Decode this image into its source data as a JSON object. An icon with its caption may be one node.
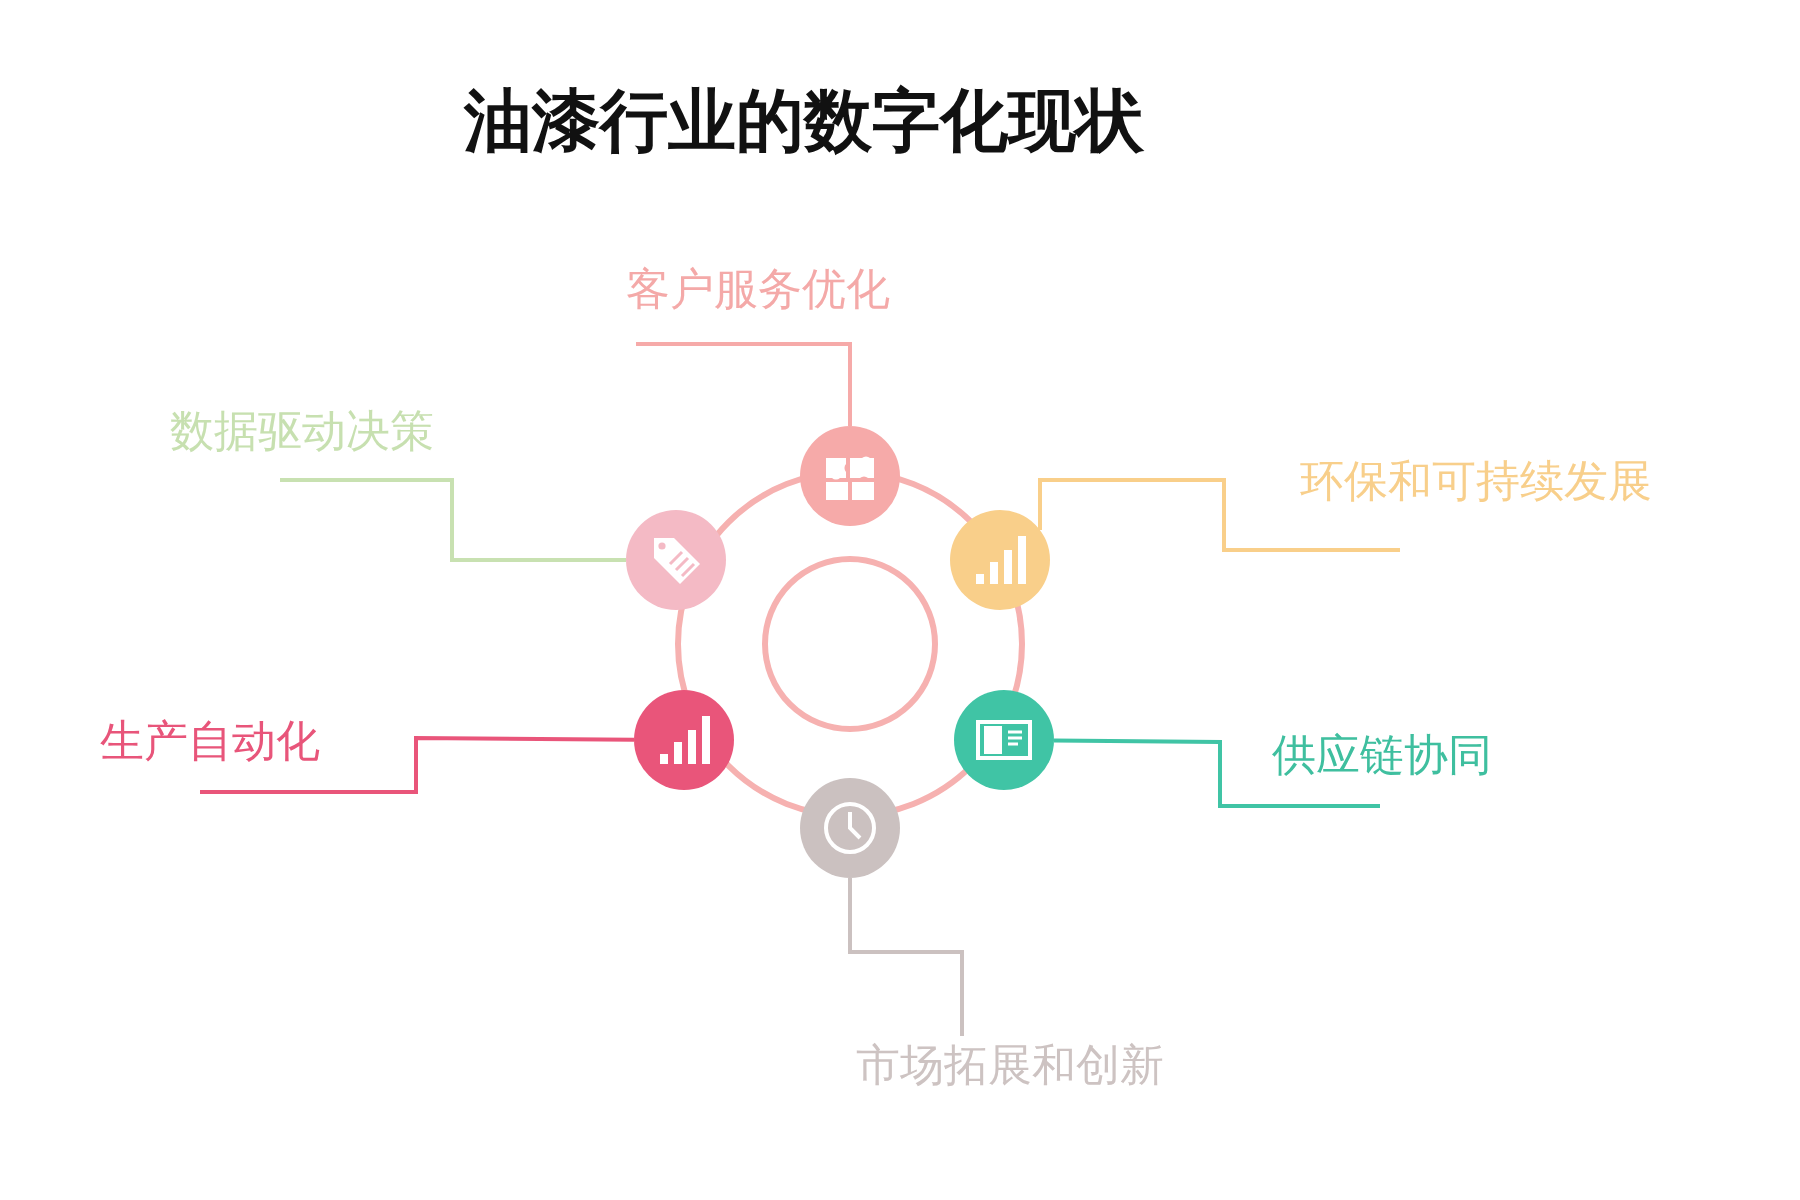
{
  "diagram": {
    "title": "油漆行业的数字化现状",
    "nodes": [
      {
        "text": [],
        "shape": "circle"
      },
      {
        "text": [],
        "shape": "circle"
      },
      {
        "text": [],
        "shape": "circle"
      },
      {
        "text": [],
        "shape": "circle"
      },
      {
        "text": [],
        "shape": "circle"
      },
      {
        "text": [],
        "shape": "circle"
      },
      {
        "text": [],
        "shape": "circle"
      },
      {
        "text": [
          "客户服务优化"
        ]
      },
      {
        "text": [
          "数据驱动决策"
        ]
      },
      {
        "text": [
          "环保和可持续发展"
        ]
      },
      {
        "text": [
          "生产自动化"
        ]
      },
      {
        "text": [
          "供应链协同"
        ]
      },
      {
        "text": [
          "市场拓展和创新"
        ]
      }
    ],
    "edges": [
      {
        "from": 7,
        "to": 1,
        "arrow": "none",
        "color": "#f6aaa9"
      },
      {
        "from": 8,
        "to": 6,
        "arrow": "none",
        "color": "#c8e1b1"
      },
      {
        "from": 9,
        "to": 2,
        "arrow": "none",
        "color": "#f9cf8a"
      },
      {
        "from": 10,
        "to": 5,
        "arrow": "none",
        "color": "#e9557a"
      },
      {
        "from": 11,
        "to": 3,
        "arrow": "none",
        "color": "#40c4a5"
      },
      {
        "from": 12,
        "to": 4,
        "arrow": "none",
        "color": "#cbc1c0"
      }
    ]
  }
}
